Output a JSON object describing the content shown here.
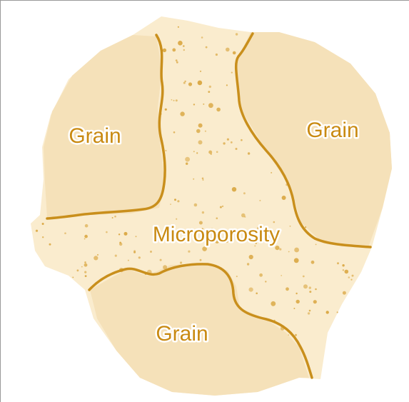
{
  "labels": {
    "grain_top_left": "Grain",
    "grain_top_right": "Grain",
    "grain_bottom": "Grain",
    "microporosity": "Microporosity"
  },
  "colors": {
    "background": "#ffffff",
    "grain_fill": "#f5e1b9",
    "matrix_fill": "#faecce",
    "boundary": "#c98f1c",
    "label": "#c98a12",
    "pore_dot": "#d9a640"
  }
}
